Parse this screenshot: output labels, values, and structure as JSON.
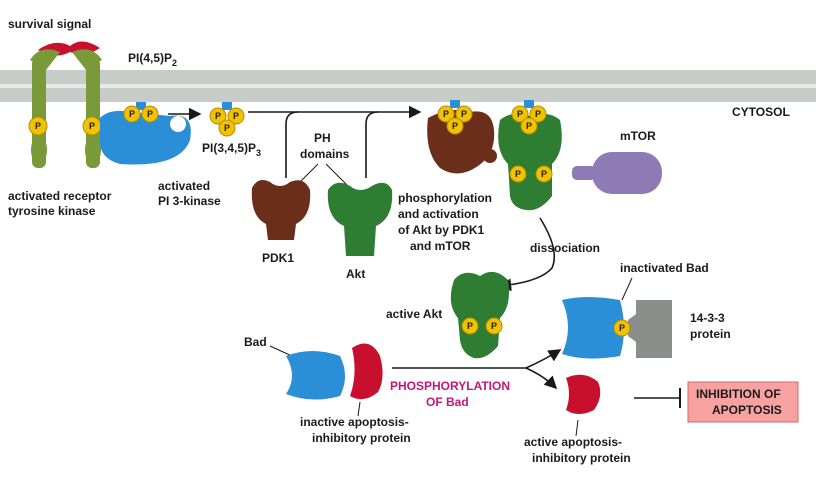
{
  "labels": {
    "survival_signal": "survival signal",
    "pip2": "PI(4,5)P",
    "pip2_sub": "2",
    "pip3": "PI(3,4,5)P",
    "pip3_sub": "3",
    "cytosol": "CYTOSOL",
    "receptor_line1": "activated receptor",
    "receptor_line2": "tyrosine kinase",
    "pi3k_line1": "activated",
    "pi3k_line2": "PI 3-kinase",
    "ph_line1": "PH",
    "ph_line2": "domains",
    "pdk1": "PDK1",
    "akt": "Akt",
    "mtor": "mTOR",
    "phos_line1": "phosphorylation",
    "phos_line2": "and activation",
    "phos_line3": "of Akt by PDK1",
    "phos_line4": "and mTOR",
    "dissociation": "dissociation",
    "active_akt": "active Akt",
    "inactivated_bad": "inactivated Bad",
    "protein1433_line1": "14-3-3",
    "protein1433_line2": "protein",
    "bad": "Bad",
    "phos_bad_line1": "PHOSPHORYLATION",
    "phos_bad_line2": "OF Bad",
    "inactive_line1": "inactive apoptosis-",
    "inactive_line2": "inhibitory protein",
    "active_line1": "active apoptosis-",
    "active_line2": "inhibitory protein",
    "inhibition_line1": "INHIBITION OF",
    "inhibition_line2": "APOPTOSIS",
    "phosphate": "P"
  },
  "colors": {
    "membrane": "#c8ccc9",
    "receptor_green": "#7a9a3a",
    "signal_red": "#c8102e",
    "pi3k_blue": "#2a8fd6",
    "akt_green": "#2e7d32",
    "pdk1_brown": "#6b2e1a",
    "mtor_purple": "#8e7ab5",
    "phosphate_yellow": "#f2c200",
    "accent_magenta": "#c2187a",
    "bad_blue": "#2a8fd6",
    "inhibitor_red": "#c8102e",
    "protein1433_gray": "#8a8f8c",
    "inhibition_box": "#f7a1a1"
  }
}
